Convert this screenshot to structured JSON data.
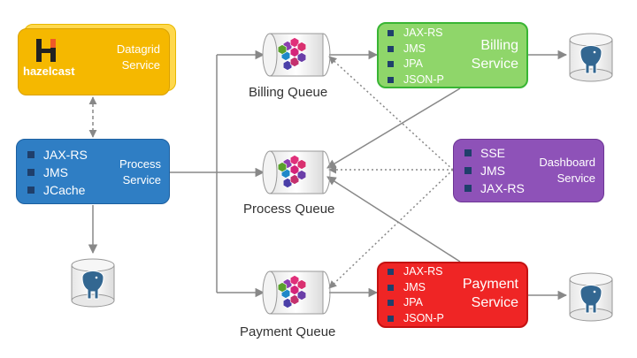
{
  "datagrid": {
    "logo_text": "hazelcast",
    "title_line1": "Datagrid",
    "title_line2": "Service"
  },
  "process_service": {
    "items": [
      "JAX-RS",
      "JMS",
      "JCache"
    ],
    "title_line1": "Process",
    "title_line2": "Service"
  },
  "billing_service": {
    "items": [
      "JAX-RS",
      "JMS",
      "JPA",
      "JSON-P"
    ],
    "title_line1": "Billing",
    "title_line2": "Service"
  },
  "dashboard_service": {
    "items": [
      "SSE",
      "JMS",
      "JAX-RS"
    ],
    "title_line1": "Dashboard",
    "title_line2": "Service"
  },
  "payment_service": {
    "items": [
      "JAX-RS",
      "JMS",
      "JPA",
      "JSON-P"
    ],
    "title_line1": "Payment",
    "title_line2": "Service"
  },
  "queues": {
    "billing": "Billing Queue",
    "process": "Process Queue",
    "payment": "Payment Queue"
  },
  "colors": {
    "datagrid": "#f5b800",
    "datagrid_shadow": "#ffd84d",
    "process": "#2f7ec4",
    "billing": "#8fd66a",
    "dashboard": "#8e52b8",
    "payment": "#ef2525",
    "bullet": "#1f3f6b",
    "arrow": "#888888"
  },
  "icons": {
    "database": "postgresql-elephant-icon",
    "queue": "message-queue-icon",
    "logo": "hazelcast-logo-icon"
  }
}
